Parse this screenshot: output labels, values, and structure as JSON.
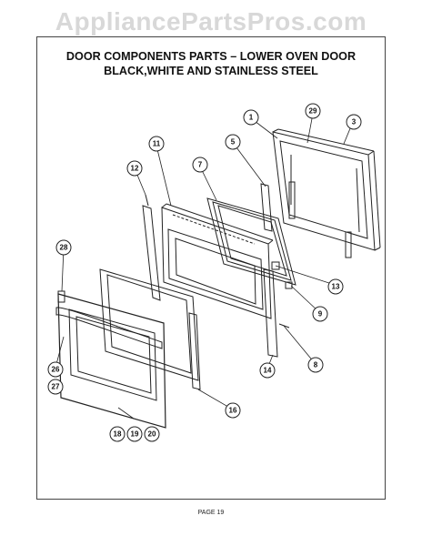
{
  "watermark": "AppliancePartsPros.com",
  "title": {
    "line1": "DOOR COMPONENTS PARTS – LOWER OVEN DOOR",
    "line2": "BLACK,WHITE AND STAINLESS STEEL"
  },
  "callouts": [
    "1",
    "29",
    "3",
    "5",
    "11",
    "7",
    "12",
    "28",
    "13",
    "9",
    "8",
    "14",
    "16",
    "26",
    "27",
    "18",
    "19",
    "20"
  ],
  "page": "PAGE 19"
}
